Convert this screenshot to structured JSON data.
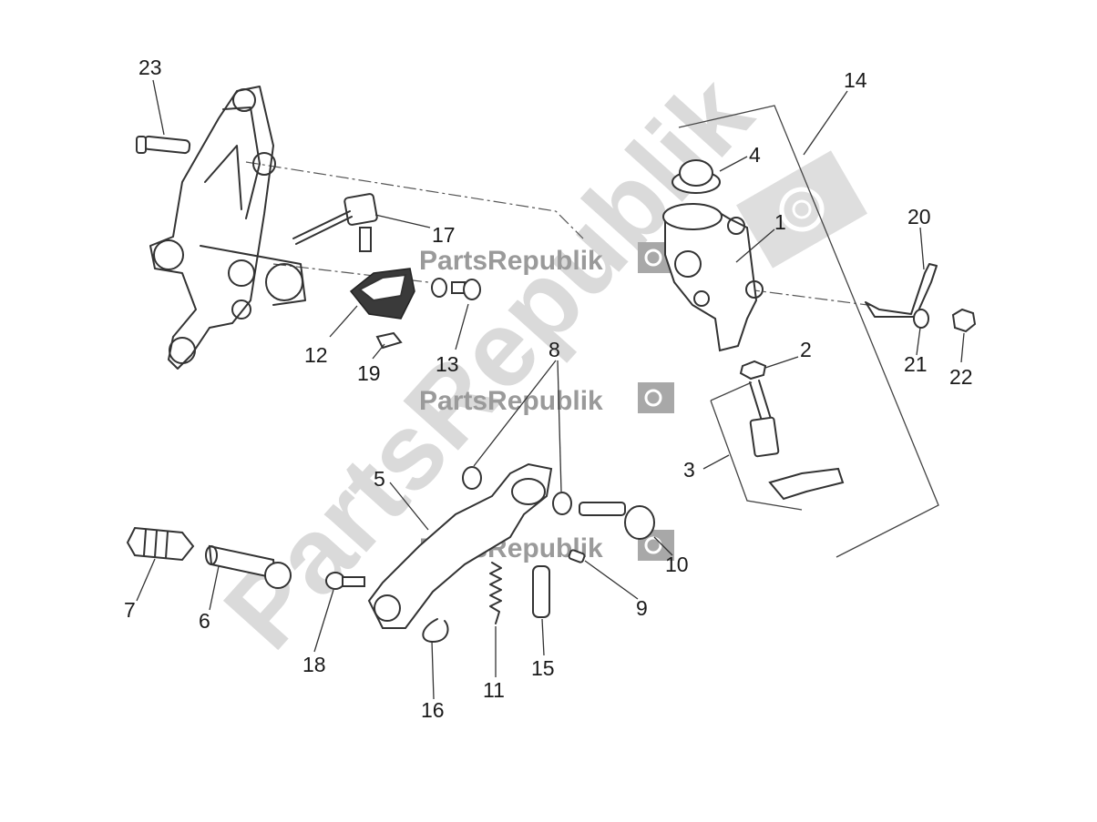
{
  "watermark": {
    "text": "PartsRepublik",
    "color": "#9a9a9a",
    "icon": "gear-flag-icon"
  },
  "callouts": {
    "c1": "1",
    "c2": "2",
    "c3": "3",
    "c4": "4",
    "c5": "5",
    "c6": "6",
    "c7": "7",
    "c8": "8",
    "c9": "9",
    "c10": "10",
    "c11": "11",
    "c12": "12",
    "c13": "13",
    "c14": "14",
    "c15": "15",
    "c16": "16",
    "c17": "17",
    "c18": "18",
    "c19": "19",
    "c20": "20",
    "c21": "21",
    "c22": "22",
    "c23": "23"
  }
}
